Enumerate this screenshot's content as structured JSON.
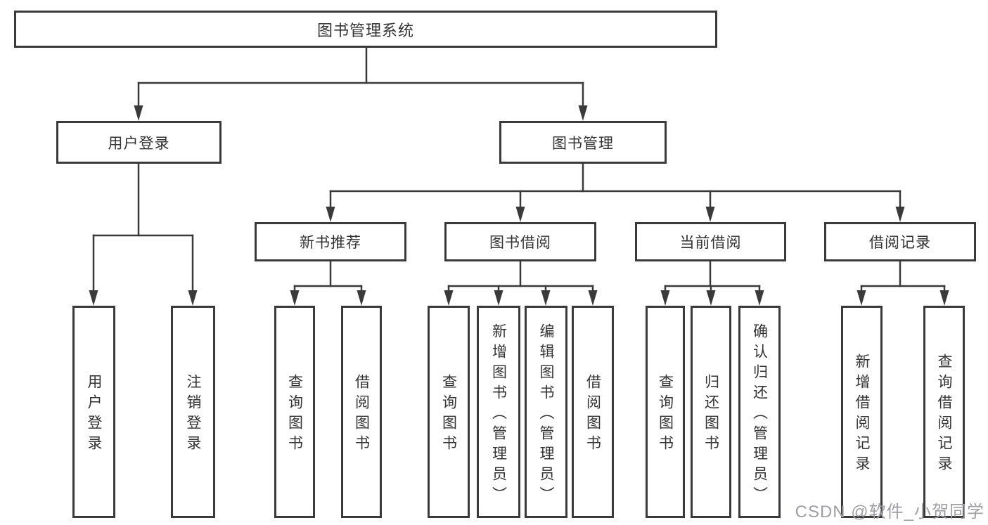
{
  "diagram": {
    "nodes": {
      "root": "图书管理系统",
      "user_login": "用户登录",
      "book_mgmt": "图书管理",
      "new_book_rec": "新书推荐",
      "book_borrow": "图书借阅",
      "current_borrow": "当前借阅",
      "borrow_records": "借阅记录",
      "leaf_user_login": "用户登录",
      "leaf_logout": "注销登录",
      "leaf_query_books_1": "查询图书",
      "leaf_borrow_books_1": "借阅图书",
      "leaf_query_books_2": "查询图书",
      "leaf_add_books": "新增图书（管理员）",
      "leaf_edit_books": "编辑图书（管理员）",
      "leaf_borrow_books_2": "借阅图书",
      "leaf_query_books_3": "查询图书",
      "leaf_return_books": "归还图书",
      "leaf_confirm_return": "确认归还（管理员）",
      "leaf_add_borrow_record": "新增借阅记录",
      "leaf_query_borrow_record": "查询借阅记录"
    },
    "hierarchy": {
      "图书管理系统": {
        "用户登录": [
          "用户登录",
          "注销登录"
        ],
        "图书管理": {
          "新书推荐": [
            "查询图书",
            "借阅图书"
          ],
          "图书借阅": [
            "查询图书",
            "新增图书（管理员）",
            "编辑图书（管理员）",
            "借阅图书"
          ],
          "当前借阅": [
            "查询图书",
            "归还图书",
            "确认归还（管理员）"
          ],
          "借阅记录": [
            "新增借阅记录",
            "查询借阅记录"
          ]
        }
      }
    }
  },
  "colors": {
    "line": "#3a3a3a",
    "text": "#333333",
    "box_background": "#ffffff",
    "watermark": "#9e9ea4"
  },
  "watermark": {
    "text": "CSDN @软件_小贺同学"
  }
}
